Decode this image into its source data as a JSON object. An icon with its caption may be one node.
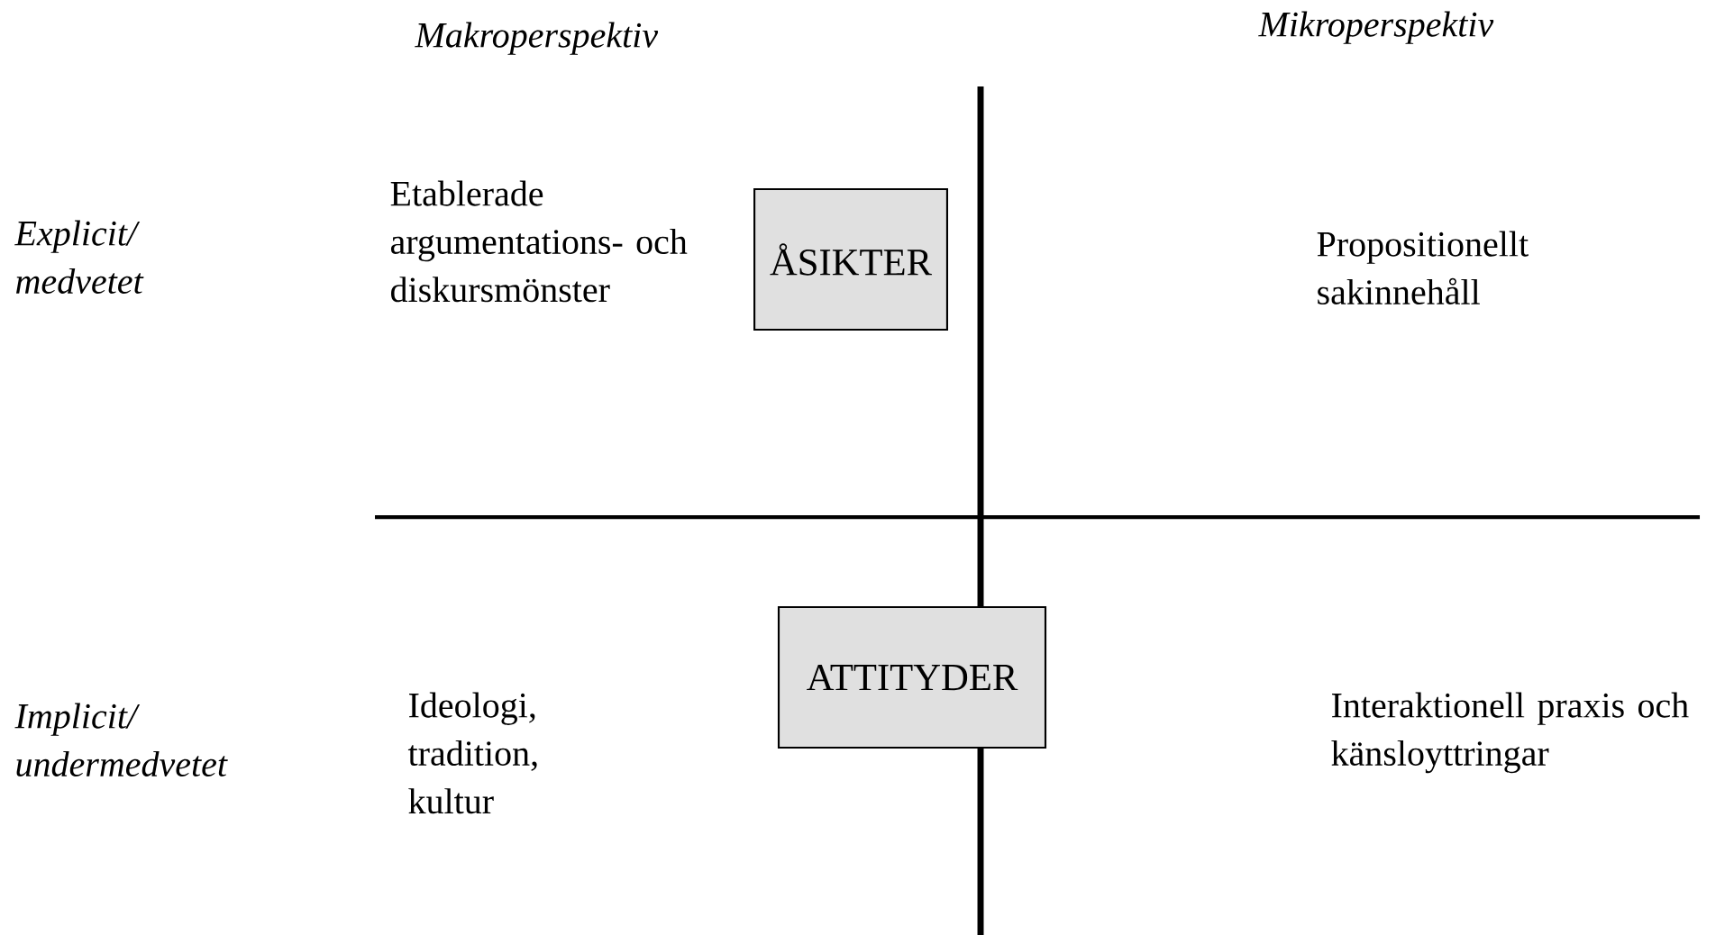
{
  "diagram": {
    "nodes": [
      {
        "text": [
          "ÅSIKTER"
        ]
      },
      {
        "text": [
          "ATTITYDER"
        ]
      }
    ],
    "labels": [
      "Makroperspektiv",
      "Mikroperspektiv",
      "Explicit/ medvetet",
      "Etablerade argumentations- och diskursmönster",
      "Propositionellt sakinnehåll",
      "Implicit/ undermedvetet",
      "Ideologi, tradition, kultur",
      "Interaktionell praxis och känsloyttringar"
    ]
  }
}
